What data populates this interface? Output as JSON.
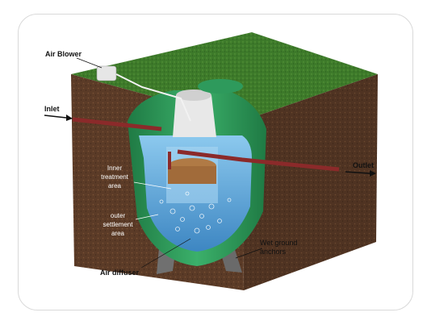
{
  "labels": {
    "air_blower": "Air Blower",
    "inlet": "Inlet",
    "outlet": "Outlet",
    "inner_treatment": "Inner treatment area",
    "outer_settlement": "outer settlement area",
    "air_diffuser": "Air diffuser",
    "wet_ground": "Wet ground anchors"
  },
  "colors": {
    "grass": "#3f7a2c",
    "soil": "#5a3a26",
    "tank_green": "#2e9a5c",
    "water": "#6fb6e2",
    "pipe": "#8b2a2a"
  }
}
